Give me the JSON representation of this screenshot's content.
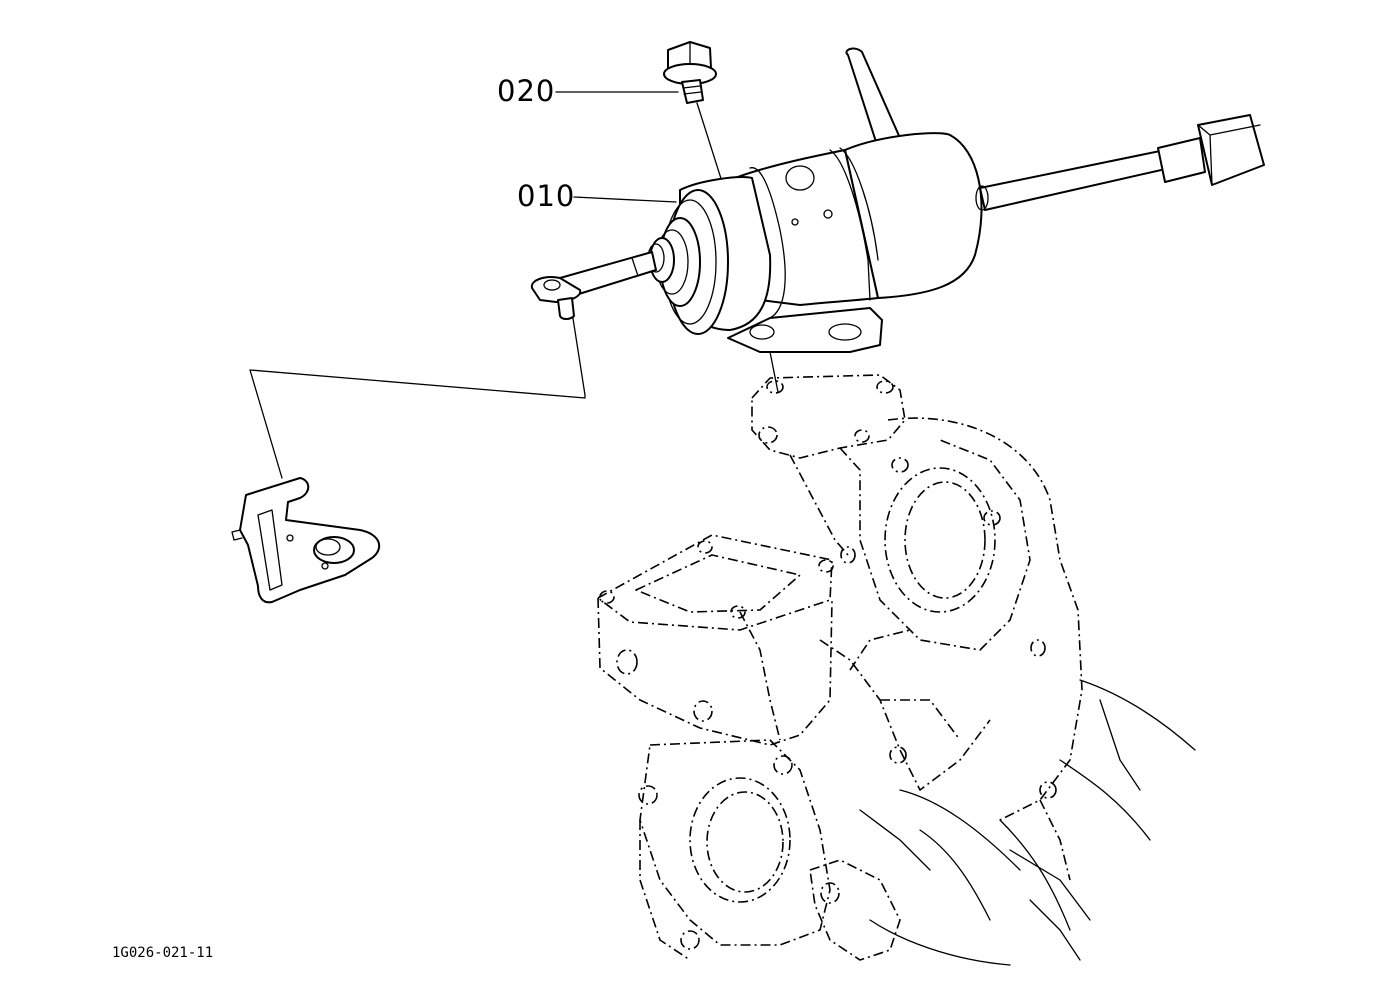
{
  "callouts": [
    {
      "id": "part-020",
      "label": "020"
    },
    {
      "id": "part-010",
      "label": "010"
    }
  ],
  "drawing_code": "1G026-021-11"
}
